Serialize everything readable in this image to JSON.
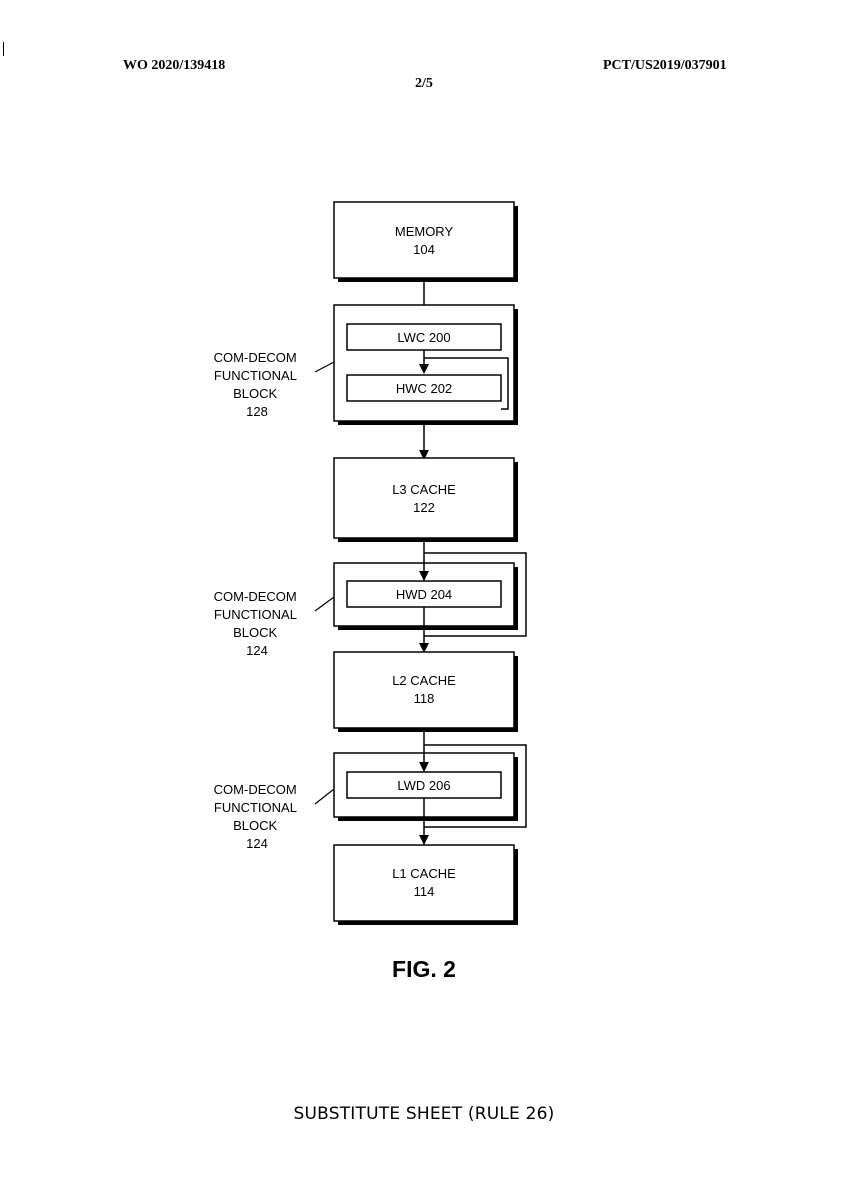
{
  "header": {
    "publication_number": "WO 2020/139418",
    "application_number": "PCT/US2019/037901",
    "sheet_number": "2/5"
  },
  "diagram": {
    "blocks": {
      "memory": {
        "name": "MEMORY",
        "ref": "104"
      },
      "l3_cache": {
        "name": "L3 CACHE",
        "ref": "122"
      },
      "l2_cache": {
        "name": "L2 CACHE",
        "ref": "118"
      },
      "l1_cache": {
        "name": "L1 CACHE",
        "ref": "114"
      }
    },
    "inner_blocks": {
      "lwc": "LWC 200",
      "hwc": "HWC 202",
      "hwd": "HWD 204",
      "lwd": "LWD 206"
    },
    "functional_blocks": [
      {
        "lines": [
          "COM-DECOM",
          "FUNCTIONAL",
          "BLOCK",
          "128"
        ]
      },
      {
        "lines": [
          "COM-DECOM",
          "FUNCTIONAL",
          "BLOCK",
          "124"
        ]
      },
      {
        "lines": [
          "COM-DECOM",
          "FUNCTIONAL",
          "BLOCK",
          "124"
        ]
      }
    ]
  },
  "figure_label": "FIG. 2",
  "footer": "SUBSTITUTE SHEET (RULE 26)"
}
